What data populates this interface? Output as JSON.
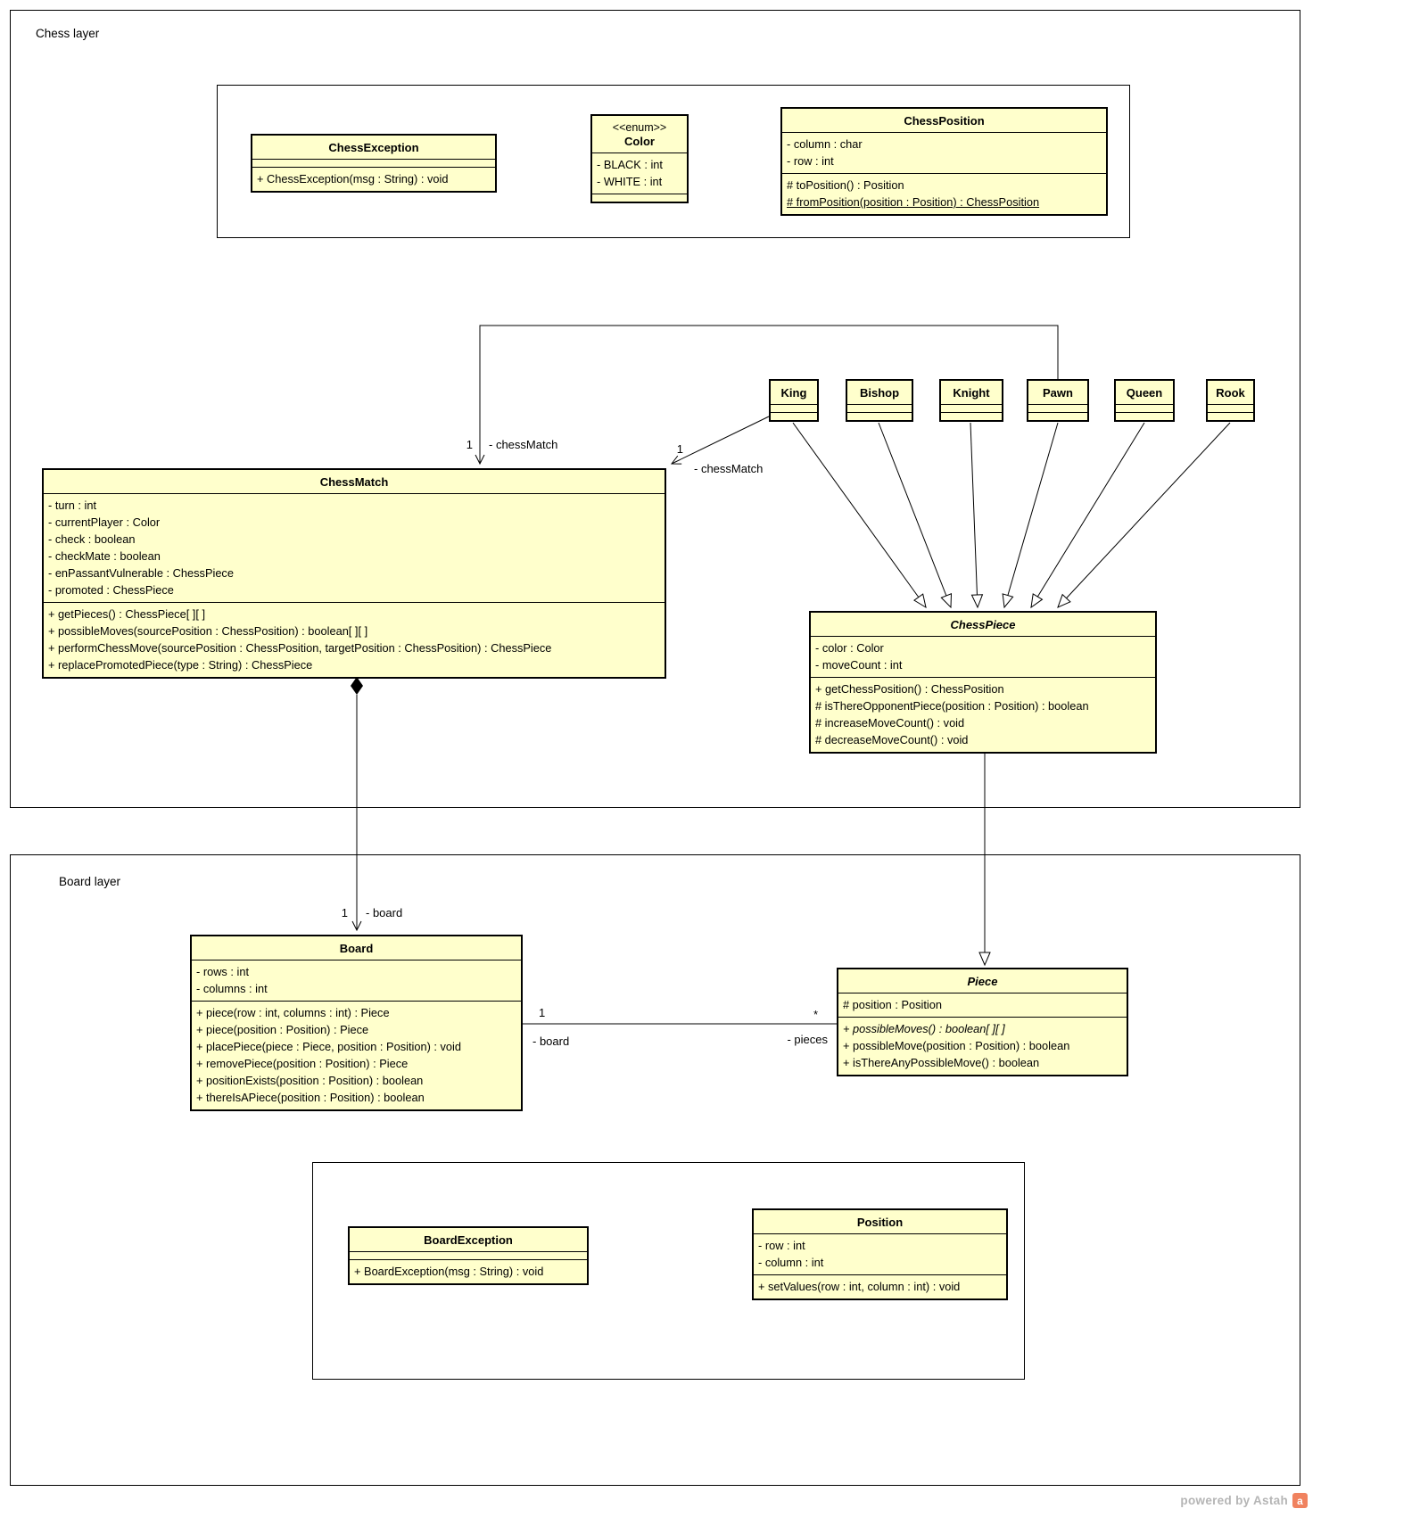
{
  "layers": {
    "chess": {
      "label": "Chess layer"
    },
    "board": {
      "label": "Board layer"
    }
  },
  "classes": {
    "chess_exception": {
      "title": "ChessException",
      "methods": [
        "+ ChessException(msg : String) : void"
      ]
    },
    "color_enum": {
      "stereotype": "<<enum>>",
      "title": "Color",
      "attributes": [
        "- BLACK : int",
        "- WHITE : int"
      ]
    },
    "chess_position": {
      "title": "ChessPosition",
      "attributes": [
        "- column : char",
        "- row : int"
      ],
      "methods": [
        "# toPosition() : Position",
        {
          "text": "# fromPosition(position : Position) : ChessPosition",
          "underline": true
        }
      ]
    },
    "piece_subclasses": [
      "King",
      "Bishop",
      "Knight",
      "Pawn",
      "Queen",
      "Rook"
    ],
    "chess_match": {
      "title": "ChessMatch",
      "attributes": [
        "- turn : int",
        "- currentPlayer : Color",
        "- check : boolean",
        "- checkMate : boolean",
        "- enPassantVulnerable : ChessPiece",
        "- promoted : ChessPiece"
      ],
      "methods": [
        "+ getPieces() : ChessPiece[ ][ ]",
        "+ possibleMoves(sourcePosition : ChessPosition) : boolean[ ][ ]",
        "+ performChessMove(sourcePosition : ChessPosition, targetPosition : ChessPosition) : ChessPiece",
        "+ replacePromotedPiece(type : String) : ChessPiece"
      ]
    },
    "chess_piece": {
      "title": "ChessPiece",
      "attributes": [
        "- color : Color",
        "- moveCount : int"
      ],
      "methods": [
        "+ getChessPosition() : ChessPosition",
        "# isThereOpponentPiece(position : Position) : boolean",
        "# increaseMoveCount() : void",
        "# decreaseMoveCount() : void"
      ]
    },
    "board": {
      "title": "Board",
      "attributes": [
        "- rows : int",
        "- columns : int"
      ],
      "methods": [
        "+ piece(row : int, columns : int) : Piece",
        "+ piece(position : Position) : Piece",
        "+ placePiece(piece : Piece, position : Position) : void",
        "+ removePiece(position : Position) : Piece",
        "+ positionExists(position : Position) : boolean",
        "+ thereIsAPiece(position : Position) : boolean"
      ]
    },
    "piece": {
      "title": "Piece",
      "attributes": [
        "# position : Position"
      ],
      "methods": [
        {
          "text": "+ possibleMoves() : boolean[ ][ ]",
          "italic": true
        },
        "+ possibleMove(position : Position) : boolean",
        "+ isThereAnyPossibleMove() : boolean"
      ]
    },
    "board_exception": {
      "title": "BoardException",
      "methods": [
        "+ BoardException(msg : String) : void"
      ]
    },
    "position": {
      "title": "Position",
      "attributes": [
        "- row : int",
        "- column : int"
      ],
      "methods": [
        "+ setValues(row : int, column : int) : void"
      ]
    }
  },
  "associations": {
    "pawn_chessmatch": {
      "multiplicity": "1",
      "role": "- chessMatch"
    },
    "king_chessmatch": {
      "multiplicity": "1",
      "role": "- chessMatch"
    },
    "chessmatch_board": {
      "multiplicity": "1",
      "role": "- board"
    },
    "board_piece": {
      "board_multiplicity": "1",
      "board_role": "- board",
      "pieces_multiplicity": "*",
      "pieces_role": "- pieces"
    }
  },
  "footer": {
    "powered_by": "powered by Astah",
    "logo": "astah-logo",
    "logo_glyph": "a"
  },
  "colors": {
    "class_fill": "#ffffcc",
    "stroke": "#000000",
    "footer_text": "#b5b5b5",
    "logo_orange": "#f0825f"
  }
}
